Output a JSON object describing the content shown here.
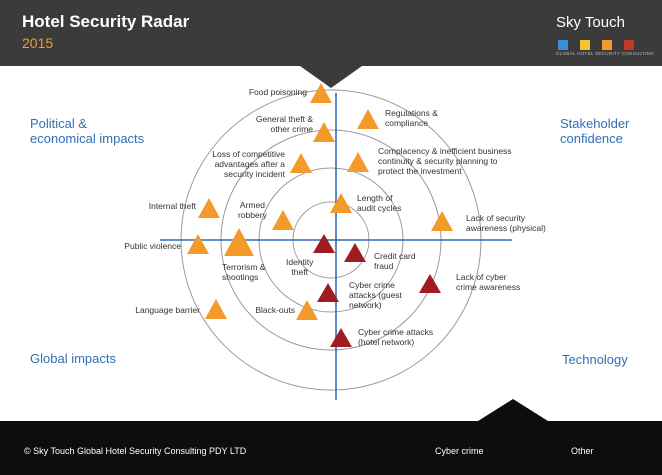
{
  "header": {
    "title": "Hotel Security Radar",
    "year": "2015"
  },
  "logo": {
    "name": "Sky Touch",
    "tagline": "GLOBAL HOTEL SECURITY CONSULTING",
    "squares": [
      "#3b8fd8",
      "#f4c430",
      "#f39a2a",
      "#c0392b"
    ]
  },
  "quadrants": {
    "top_left": "Political &\neconomical impacts",
    "top_right": "Stakeholder\nconfidence",
    "bottom_left": "Global impacts",
    "bottom_right": "Technology"
  },
  "colors": {
    "cyber": "#a01c22",
    "other": "#f39a2a",
    "ring": "#9a9a9a",
    "axis": "#2f6fb5"
  },
  "items": [
    {
      "id": "food-poisoning",
      "label": "Food poisoning",
      "category": "other"
    },
    {
      "id": "general-theft",
      "label": "General theft &\nother crime",
      "category": "other"
    },
    {
      "id": "loss-competitive",
      "label": "Loss of competitive\nadvantages after a\nsecurity incident",
      "category": "other"
    },
    {
      "id": "internal-theft",
      "label": "Internal theft",
      "category": "other"
    },
    {
      "id": "armed-robbery",
      "label": "Armed\nrobbery",
      "category": "other"
    },
    {
      "id": "public-violence",
      "label": "Public violence",
      "category": "other"
    },
    {
      "id": "terrorism",
      "label": "Terrorism &\nshootings",
      "category": "other"
    },
    {
      "id": "language-barrier",
      "label": "Language barrier",
      "category": "other"
    },
    {
      "id": "black-outs",
      "label": "Black-outs",
      "category": "other"
    },
    {
      "id": "regulations",
      "label": "Regulations &\ncompliance",
      "category": "other"
    },
    {
      "id": "complacency",
      "label": "Complacency & inefficient business\ncontinuity & security planning to\nprotect the investment",
      "category": "other"
    },
    {
      "id": "audit-cycles",
      "label": "Length of\naudit cycles",
      "category": "other"
    },
    {
      "id": "security-awareness",
      "label": "Lack of security\nawareness (physical)",
      "category": "other"
    },
    {
      "id": "identity-theft",
      "label": "Identity\ntheft",
      "category": "cyber"
    },
    {
      "id": "credit-card",
      "label": "Credit card\nfraud",
      "category": "cyber"
    },
    {
      "id": "cyber-awareness",
      "label": "Lack of cyber\ncrime awareness",
      "category": "cyber"
    },
    {
      "id": "guest-network",
      "label": "Cyber crime\nattacks (guest\nnetwork)",
      "category": "cyber"
    },
    {
      "id": "hotel-network",
      "label": "Cyber crime attacks\n(hotel network)",
      "category": "cyber"
    }
  ],
  "footer": {
    "copyright": "© Sky Touch Global Hotel Security Consulting PDY LTD",
    "legend": [
      {
        "label": "Cyber crime",
        "category": "cyber"
      },
      {
        "label": "Other",
        "category": "other"
      }
    ]
  }
}
